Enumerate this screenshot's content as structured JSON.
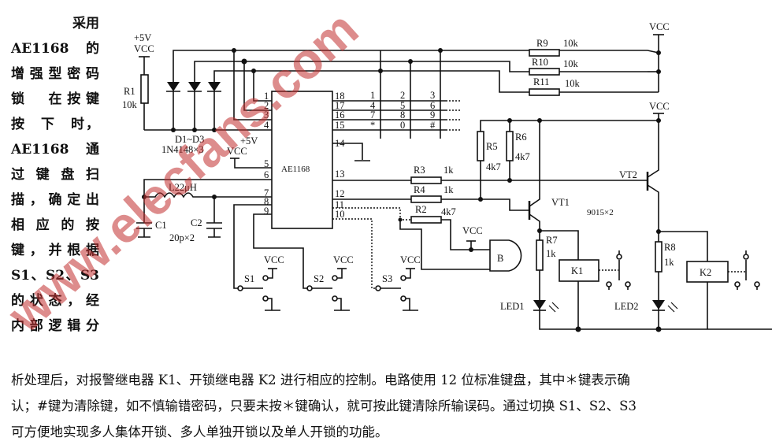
{
  "side_text": [
    "采用",
    "AE1168　的",
    "增强型密码",
    "锁　在按键",
    "按　下　时，",
    "AE1168　通",
    "过键盘扫",
    "描，确定出",
    "相应的按",
    "键，并根据",
    "S1、S2、S3",
    "的状态，经",
    "内部逻辑分"
  ],
  "body_text": [
    "析处理后，对报警继电器 K1、开锁继电器 K2 进行相应的控制。电路使用 12 位标准键盘，其中＊键表示确",
    "认；#键为清除键，如不慎输错密码，只要未按＊键确认，就可按此键清除所输误码。通过切换 S1、S2、S3",
    "可方便地实现多人集体开锁、多人单独开锁以及单人开锁的功能。"
  ],
  "watermark": "www.elecfans.com",
  "diagram": {
    "supply_5v": "+5V",
    "vcc": "VCC",
    "ic": "AE1168",
    "r1": "R1",
    "r1_val": "10k",
    "diodes": "D1~D3",
    "diodes_val": "1N4148×3",
    "inductor": "L22μH",
    "c1": "C1",
    "c2": "C2",
    "caps_val": "20p×2",
    "pins_left": [
      "1",
      "2",
      "3",
      "4",
      "5",
      "6",
      "7",
      "8",
      "9"
    ],
    "pins_right": [
      "18",
      "17",
      "16",
      "15",
      "14",
      "13",
      "12",
      "11",
      "10"
    ],
    "keys": [
      "1",
      "2",
      "3",
      "4",
      "5",
      "6",
      "7",
      "8",
      "9",
      "*",
      "0",
      "#"
    ],
    "r3": "R3",
    "r3_val": "1k",
    "r4": "R4",
    "r4_val": "1k",
    "r2": "R2",
    "r2_val": "4k7",
    "r5": "R5",
    "r5_val": "4k7",
    "r6": "R6",
    "r6_val": "4k7",
    "r7": "R7",
    "r7_val": "1k",
    "r8": "R8",
    "r8_val": "1k",
    "r9": "R9",
    "r9_val": "10k",
    "r10": "R10",
    "r10_val": "10k",
    "r11": "R11",
    "r11_val": "10k",
    "vt1": "VT1",
    "vt2": "VT2",
    "transistors_val": "9015×2",
    "buzzer": "B",
    "k1": "K1",
    "k2": "K2",
    "led1": "LED1",
    "led2": "LED2",
    "s1": "S1",
    "s2": "S2",
    "s3": "S3"
  }
}
